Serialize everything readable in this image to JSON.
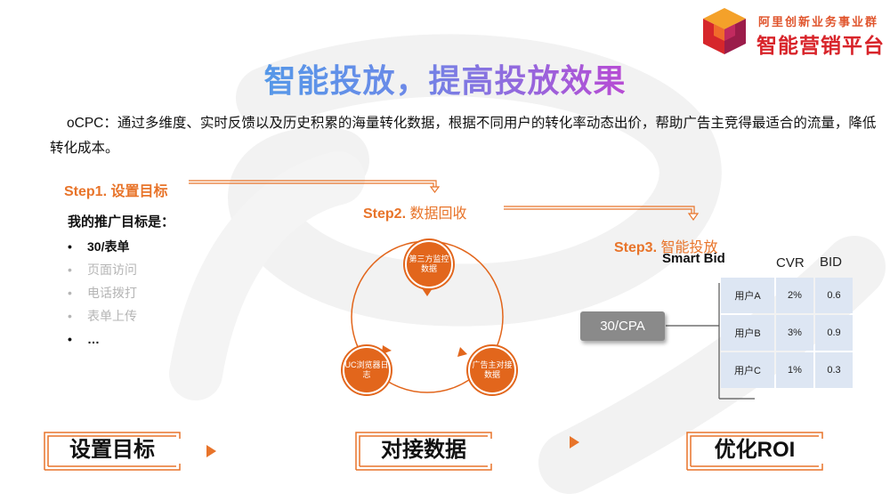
{
  "logo": {
    "line1": "阿里创新业务事业群",
    "line2": "智能营销平台"
  },
  "title": "智能投放，提高投放效果",
  "intro": "oCPC：通过多维度、实时反馈以及历史积累的海量转化数据，根据不同用户的转化率动态出价，帮助广告主竞得最适合的流量，降低转化成本。",
  "step1": {
    "label": "Step1.",
    "text": "设置目标"
  },
  "step2": {
    "label": "Step2.",
    "text": "数据回收"
  },
  "step3": {
    "label": "Step3.",
    "text": "智能投放"
  },
  "goals": {
    "heading": "我的推广目标是：",
    "items": [
      {
        "text": "30/表单",
        "state": "active"
      },
      {
        "text": "页面访问",
        "state": "muted"
      },
      {
        "text": "电话拨打",
        "state": "muted"
      },
      {
        "text": "表单上传",
        "state": "muted"
      },
      {
        "text": "…",
        "state": "active"
      }
    ]
  },
  "cycle": {
    "top": "第三方监控数据",
    "right": "广告主对接数据",
    "left": "UC浏览器日志"
  },
  "smart_bid": {
    "title": "Smart Bid",
    "col_cvr": "CVR",
    "col_bid": "BID",
    "input": "30/CPA",
    "rows": [
      {
        "user": "用户A",
        "cvr": "2%",
        "bid": "0.6"
      },
      {
        "user": "用户B",
        "cvr": "3%",
        "bid": "0.9"
      },
      {
        "user": "用户C",
        "cvr": "1%",
        "bid": "0.3"
      }
    ]
  },
  "bottom": {
    "box1": "设置目标",
    "box2": "对接数据",
    "box3": "优化ROI"
  },
  "colors": {
    "accent": "#e8742a",
    "node": "#e2661c",
    "table_cell": "#dde6f3",
    "swoosh": "#f2f2f2"
  }
}
